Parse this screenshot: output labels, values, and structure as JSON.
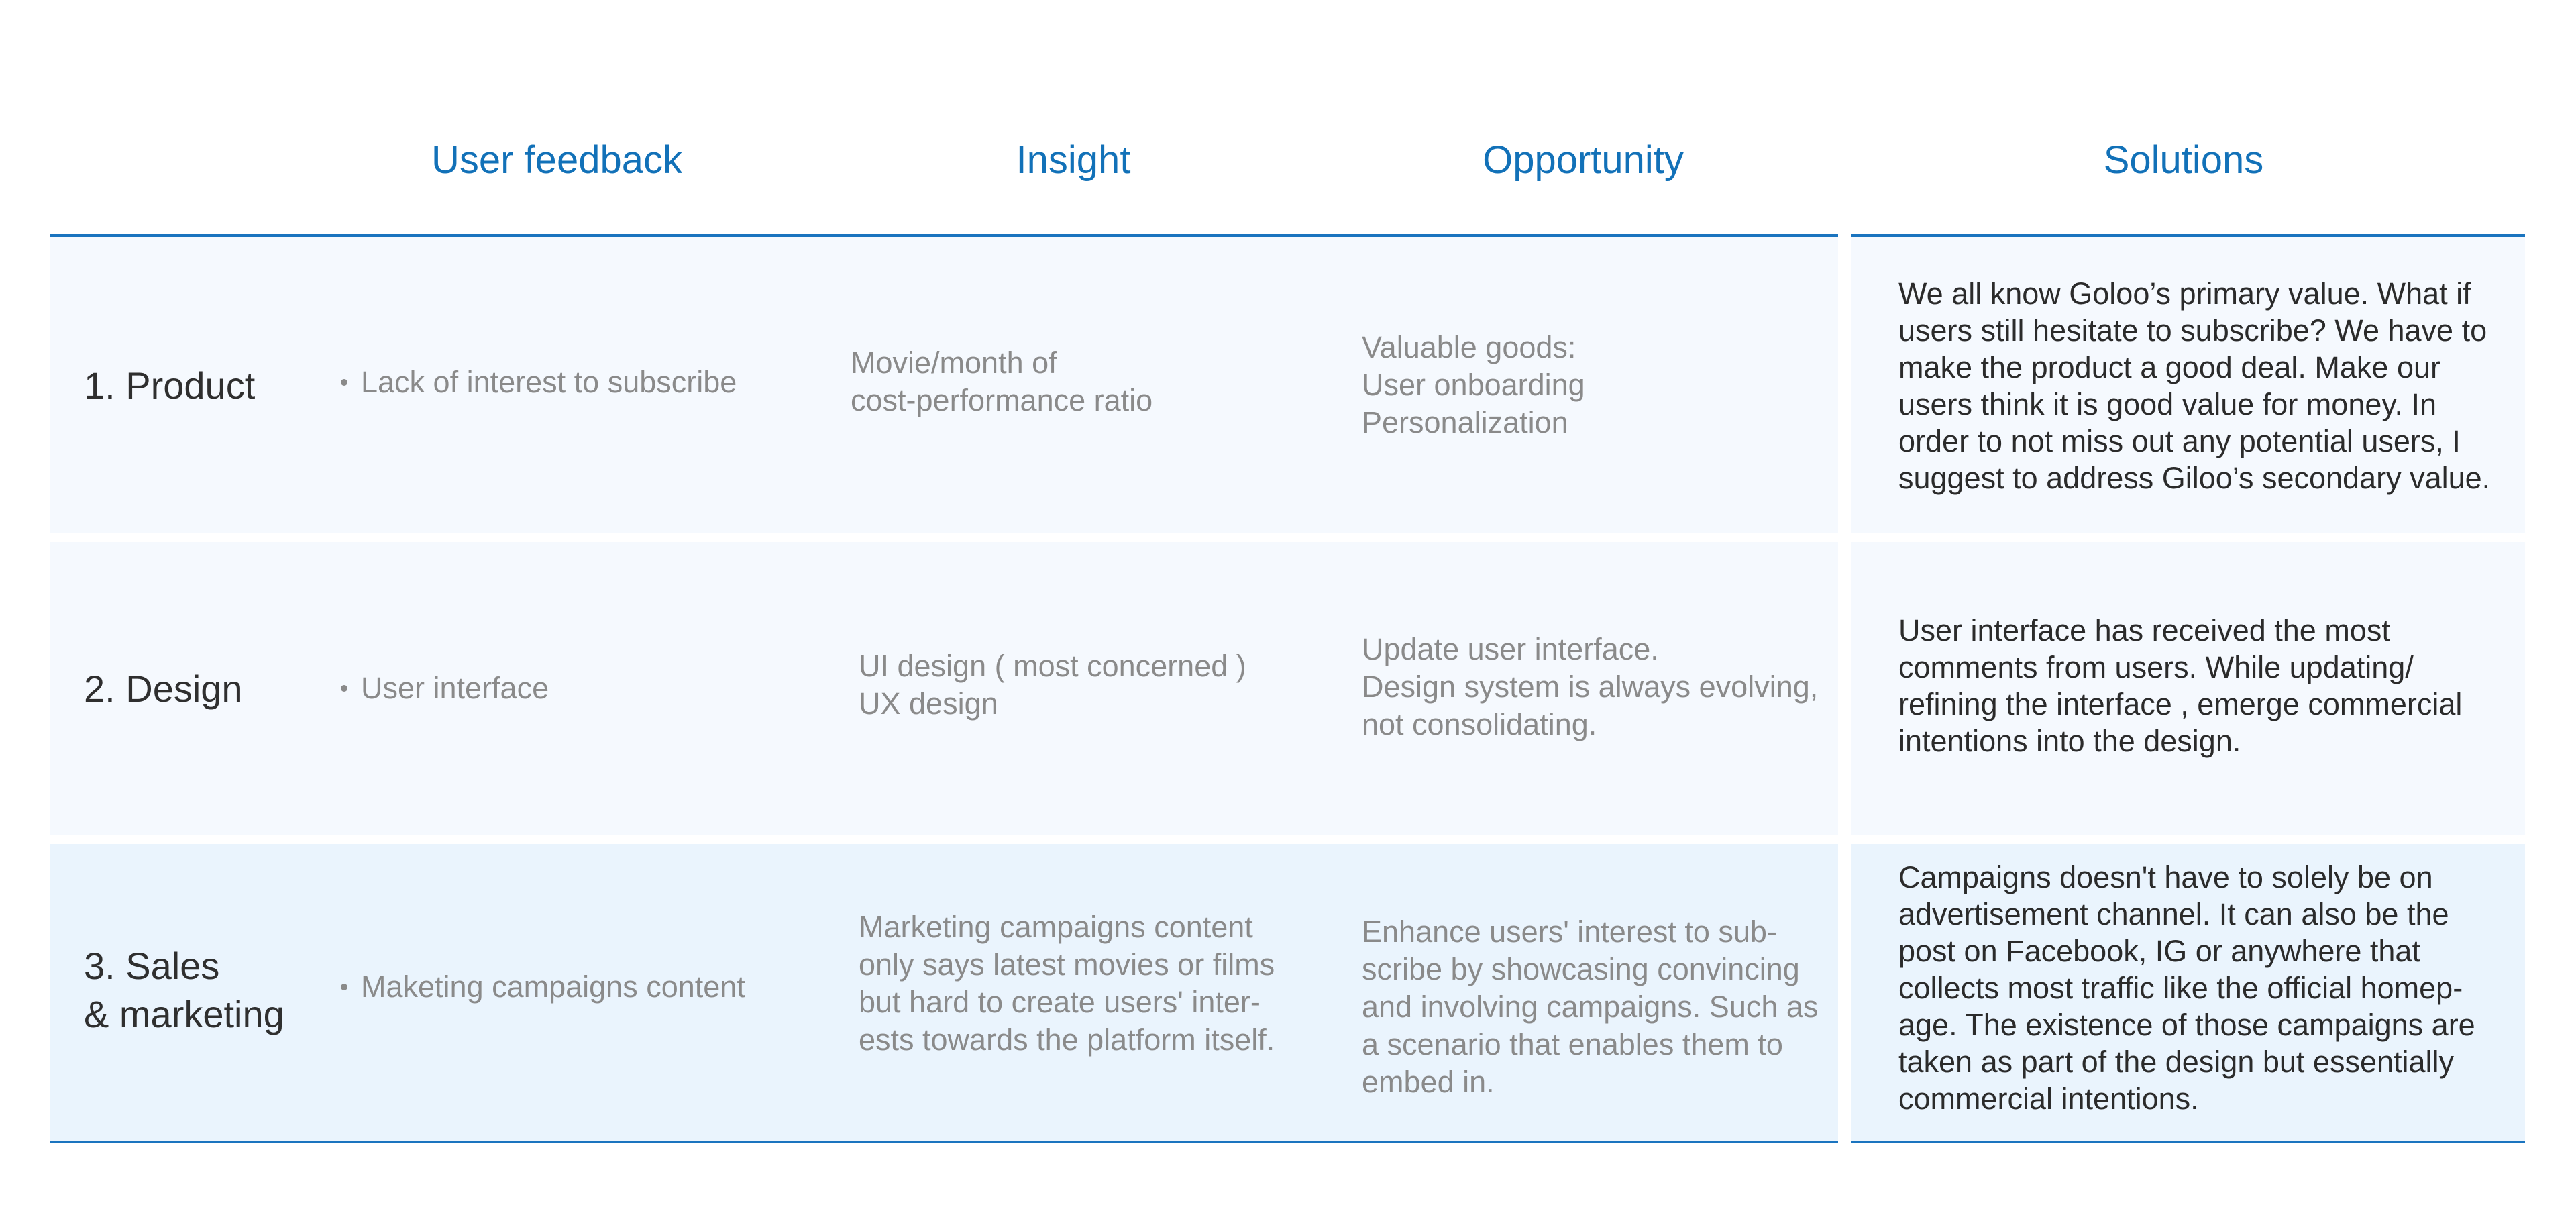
{
  "headers": {
    "user_feedback": "User feedback",
    "insight": "Insight",
    "opportunity": "Opportunity",
    "solutions": "Solutions"
  },
  "rows": [
    {
      "title": "1. Product",
      "feedback": "Lack of interest to subscribe",
      "insight": "Movie/month of\ncost-performance ratio",
      "opportunity": "Valuable goods:\nUser onboarding\nPersonalization",
      "solution": "We all know Goloo’s primary value. What if\nusers still hesitate to subscribe? We have to\nmake the product a good deal. Make our\nusers think it is good value for money. In\norder to not miss out any potential users, I\nsuggest to address Giloo’s secondary value."
    },
    {
      "title": "2. Design",
      "feedback": "User interface",
      "insight": "UI design ( most concerned )\nUX design",
      "opportunity": "Update user interface.\nDesign system is always evolving,\nnot consolidating.",
      "solution": "User interface has received the most\ncomments from users. While updating/\nrefining the interface , emerge commercial\nintentions into the design."
    },
    {
      "title": "3. Sales\n& marketing",
      "feedback": "Maketing campaigns content",
      "insight": "Marketing campaigns content\nonly says latest movies or films\nbut hard to create users' inter-\nests towards the platform itself.",
      "opportunity": "Enhance users' interest to sub-\nscribe by showcasing convincing\nand involving campaigns. Such as\na scenario that enables them to\nembed in.",
      "solution": "Campaigns doesn't have to solely be on\nadvertisement channel. It can also be the\npost on Facebook, IG or anywhere that\ncollects most traffic like the official homep-\nage. The existence of those campaigns are\ntaken as part of the design but essentially\ncommercial intentions."
    }
  ]
}
